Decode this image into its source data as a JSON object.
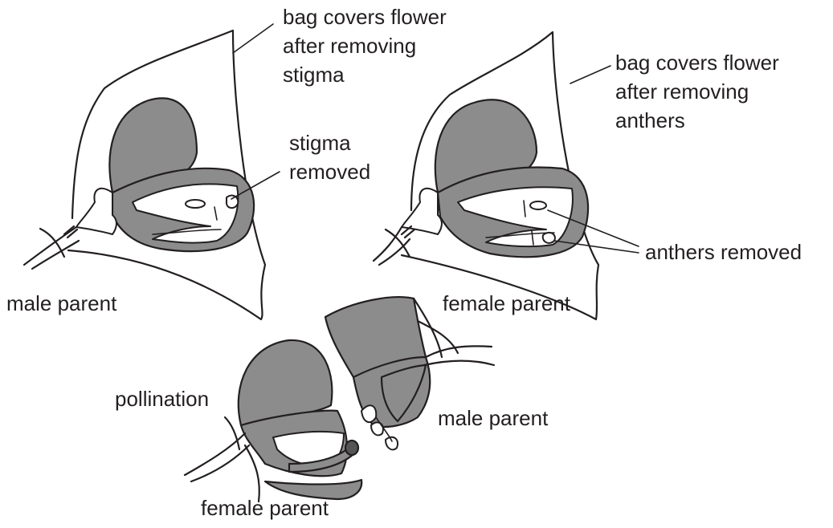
{
  "colors": {
    "petal": "#8c8c8c",
    "ink": "#231f20",
    "background": "#ffffff"
  },
  "labels": {
    "bag_male": [
      "bag covers flower",
      "after removing",
      "stigma"
    ],
    "stigma_removed": [
      "stigma",
      "removed"
    ],
    "male_parent_top": "male parent",
    "bag_female": [
      "bag covers flower",
      "after removing",
      "anthers"
    ],
    "anthers_removed": "anthers removed",
    "female_parent_top": "female parent",
    "pollination": "pollination",
    "male_parent_bottom": "male parent",
    "female_parent_bottom": "female parent"
  }
}
